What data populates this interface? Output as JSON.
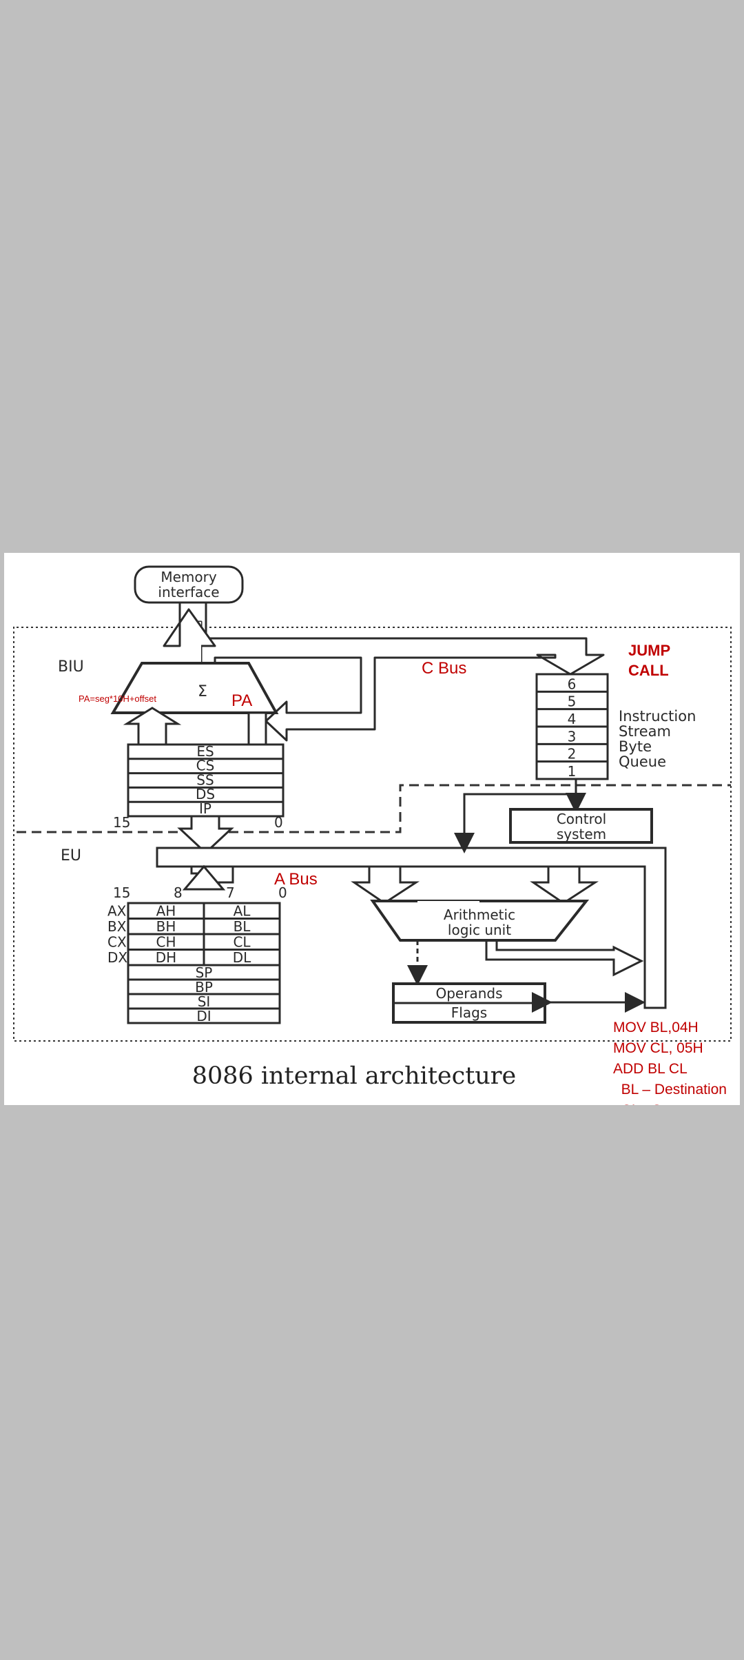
{
  "title": "8086 internal architecture",
  "memory_interface": "Memory\ninterface",
  "sections": {
    "biu": "BIU",
    "eu": "EU"
  },
  "sigma": "Σ",
  "segment_registers": [
    "ES",
    "CS",
    "SS",
    "DS",
    "IP"
  ],
  "segment_bits": {
    "high": "15",
    "low": "0"
  },
  "general_bits": {
    "b15": "15",
    "b8": "8",
    "b7": "7",
    "b0": "0"
  },
  "general_registers": [
    {
      "pair": "AX",
      "high": "AH",
      "low": "AL"
    },
    {
      "pair": "BX",
      "high": "BH",
      "low": "BL"
    },
    {
      "pair": "CX",
      "high": "CH",
      "low": "CL"
    },
    {
      "pair": "DX",
      "high": "DH",
      "low": "DL"
    }
  ],
  "pointer_registers": [
    "SP",
    "BP",
    "SI",
    "DI"
  ],
  "queue": {
    "slots": [
      "6",
      "5",
      "4",
      "3",
      "2",
      "1"
    ],
    "label": [
      "Instruction",
      "Stream",
      "Byte",
      "Queue"
    ]
  },
  "control_system": "Control\nsystem",
  "alu": "Arithmetic\nlogic unit",
  "operands": "Operands",
  "flags": "Flags",
  "annotations": {
    "c_bus": "C Bus",
    "a_bus": "A Bus",
    "pa": "PA",
    "pa_formula": "PA=seg*10H+offset",
    "jump_call": [
      "JUMP",
      "CALL"
    ],
    "code": [
      "MOV BL,04H",
      "MOV CL, 05H",
      "ADD BL CL",
      "  BL – Destination",
      "  CL - Source"
    ]
  },
  "colors": {
    "annotation": "#c00000",
    "ink": "#2a2a2a",
    "page": "#ffffff",
    "background": "#bfbfbf"
  }
}
